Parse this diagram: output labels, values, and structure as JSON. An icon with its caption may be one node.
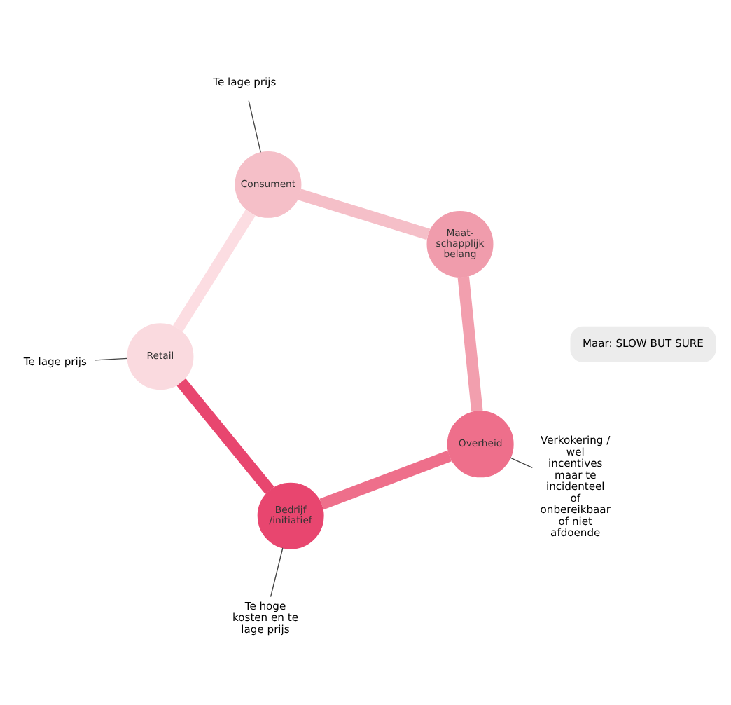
{
  "diagram": {
    "nodes": [
      {
        "text": [
          "Te lage prijs"
        ]
      },
      {
        "text": [
          "Consument"
        ]
      },
      {
        "text": [
          "Te lage prijs"
        ]
      },
      {
        "text": [
          "Retail"
        ]
      },
      {
        "text": [
          "Maat- schapplijk belang"
        ]
      },
      {
        "text": [
          "Overheid"
        ]
      },
      {
        "text": [
          "Bedrijf /initiatief"
        ]
      },
      {
        "text": [
          "Verkokering / wel incentives maar te incidenteel of onbereikbaar of niet afdoende"
        ]
      },
      {
        "text": [
          "Te hoge kosten en te lage prijs"
        ]
      },
      {
        "text": [
          "Maar: SLOW BUT SURE"
        ]
      }
    ],
    "edges": [
      {
        "from": 1,
        "to": 3,
        "arrow": "none",
        "color": "#fcdde2"
      },
      {
        "from": 3,
        "to": 6,
        "arrow": "none",
        "color": "#e8466f"
      },
      {
        "from": 6,
        "to": 5,
        "arrow": "none",
        "color": "#ee6f8b"
      },
      {
        "from": 5,
        "to": 4,
        "arrow": "none",
        "color": "#f29fae"
      },
      {
        "from": 4,
        "to": 1,
        "arrow": "none",
        "color": "#f5bfc8"
      },
      {
        "from": 0,
        "to": 1,
        "arrow": "none"
      },
      {
        "from": 2,
        "to": 3,
        "arrow": "none"
      },
      {
        "from": 8,
        "to": 6,
        "arrow": "none"
      },
      {
        "from": 7,
        "to": 5,
        "arrow": "none"
      }
    ]
  }
}
